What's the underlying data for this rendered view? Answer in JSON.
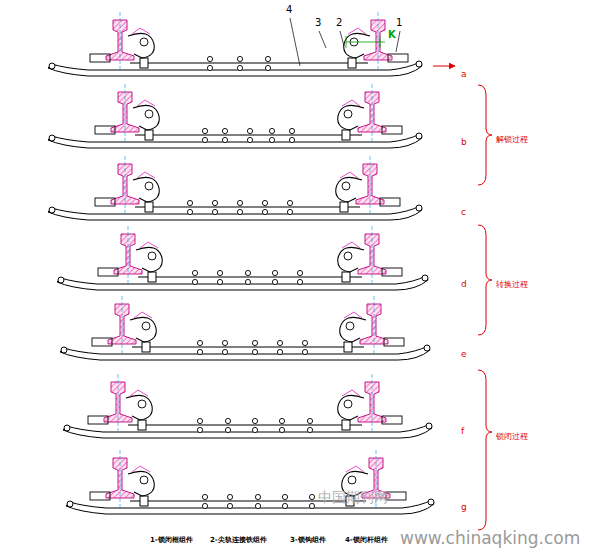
{
  "diagram": {
    "labels": [
      "4",
      "3",
      "2",
      "1",
      "K",
      "a",
      "b",
      "c",
      "d",
      "e",
      "f",
      "g",
      "解锁过程",
      "转换过程",
      "锁闭过程",
      "1-锁闭框组件",
      "2-尖轨连接铁组件",
      "3-锁钩组件",
      "4-锁闭杆组件",
      "中国期刊网",
      "www.chinaqking.com"
    ]
  }
}
